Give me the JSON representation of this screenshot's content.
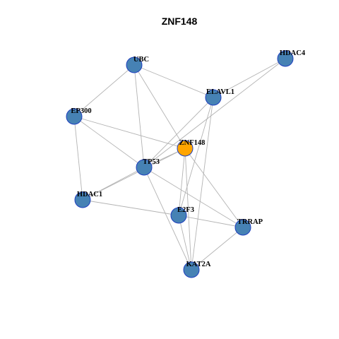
{
  "title": "ZNF148",
  "colors": {
    "node_fill": "#4682b4",
    "center_fill": "#ffa500",
    "node_stroke": "#1f3fbf",
    "edge": "#b3b3b3"
  },
  "nodes": [
    {
      "id": "ZNF148",
      "center": true
    },
    {
      "id": "UBC"
    },
    {
      "id": "HDAC4"
    },
    {
      "id": "ELAVL1"
    },
    {
      "id": "EP300"
    },
    {
      "id": "TP53"
    },
    {
      "id": "HDAC1"
    },
    {
      "id": "E2F3"
    },
    {
      "id": "TRRAP"
    },
    {
      "id": "KAT2A"
    }
  ],
  "edges": [
    [
      "UBC",
      "EP300"
    ],
    [
      "UBC",
      "ELAVL1"
    ],
    [
      "UBC",
      "TP53"
    ],
    [
      "UBC",
      "ZNF148"
    ],
    [
      "HDAC4",
      "ELAVL1"
    ],
    [
      "HDAC4",
      "TP53"
    ],
    [
      "ELAVL1",
      "TP53"
    ],
    [
      "ELAVL1",
      "E2F3"
    ],
    [
      "ELAVL1",
      "KAT2A"
    ],
    [
      "EP300",
      "ZNF148"
    ],
    [
      "EP300",
      "TP53"
    ],
    [
      "EP300",
      "HDAC1"
    ],
    [
      "ZNF148",
      "TP53"
    ],
    [
      "ZNF148",
      "HDAC1"
    ],
    [
      "ZNF148",
      "E2F3"
    ],
    [
      "ZNF148",
      "KAT2A"
    ],
    [
      "ZNF148",
      "TRRAP"
    ],
    [
      "TP53",
      "HDAC1"
    ],
    [
      "TP53",
      "KAT2A"
    ],
    [
      "TP53",
      "TRRAP"
    ],
    [
      "HDAC1",
      "E2F3"
    ],
    [
      "E2F3",
      "TRRAP"
    ],
    [
      "E2F3",
      "KAT2A"
    ],
    [
      "TRRAP",
      "KAT2A"
    ]
  ]
}
